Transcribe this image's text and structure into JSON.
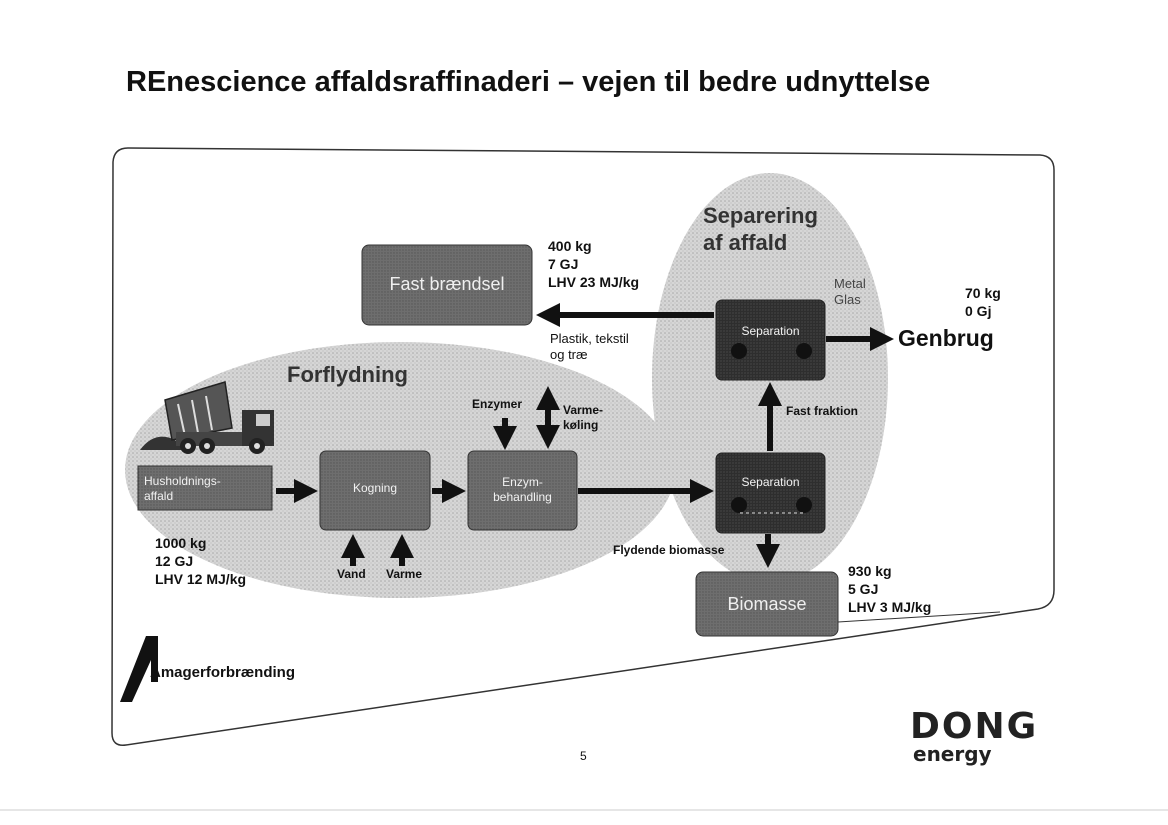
{
  "title": "REnescience affaldsraffinaderi – vejen til bedre udnyttelse",
  "sections": {
    "forflydning": "Forflydning",
    "separering": "Separering\naf affald"
  },
  "boxes": {
    "husholdning": "Husholdnings-\naffald",
    "kogning": "Kogning",
    "enzym": "Enzym-\nbehandling",
    "separation_lower": "Separation",
    "separation_upper": "Separation",
    "fast_braendsel": "Fast brændsel",
    "biomasse": "Biomasse"
  },
  "flows": {
    "vand": "Vand",
    "varme": "Varme",
    "enzymer": "Enzymer",
    "varme_koling": "Varme-\nkøling",
    "fast_fraktion": "Fast fraktion",
    "flydende_biomasse": "Flydende biomasse",
    "plastik": "Plastik, tekstil\nog træ",
    "metal_glas": "Metal\nGlas",
    "genbrug": "Genbrug"
  },
  "stats": {
    "input": "1000 kg\n12 GJ\nLHV 12 MJ/kg",
    "fast_braendsel": "400 kg\n7 GJ\nLHV 23 MJ/kg",
    "genbrug": "70 kg\n0 Gj",
    "biomasse": "930 kg\n5 GJ\nLHV 3 MJ/kg"
  },
  "logos": {
    "amager": "Amagerforbrænding",
    "dong": "DONG",
    "energy": "energy"
  },
  "page_number": "5",
  "icons": [
    "truck-icon",
    "amager-logo-icon"
  ]
}
